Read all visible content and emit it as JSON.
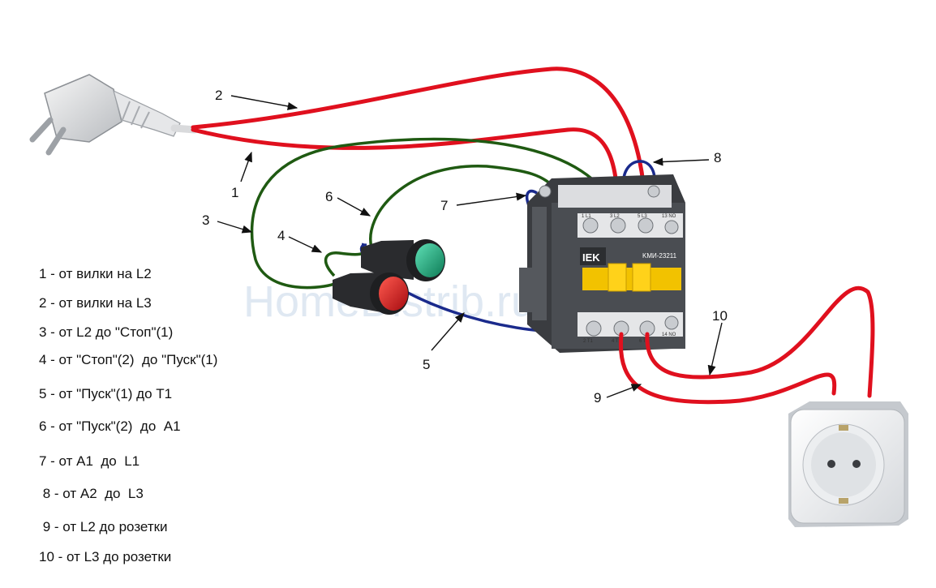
{
  "watermark": "HomeDistrib.ru",
  "contactor": {
    "brand": "IEK",
    "model": "KMИ-23211",
    "terminal_labels": [
      "1 L1",
      "3 L2",
      "5 L3",
      "13 NO",
      "2 T1",
      "4 T2",
      "6 T3",
      "14 NO"
    ]
  },
  "wire_numbers": [
    "1",
    "2",
    "3",
    "4",
    "5",
    "6",
    "7",
    "8",
    "9",
    "10"
  ],
  "legend": [
    "1 - от вилки на L2",
    "2 - от вилки на L3",
    "3 - от L2 до \"Стоп\"(1)",
    "4 - от \"Стоп\"(2)  до \"Пуск\"(1)",
    "5 - от \"Пуск\"(1) до T1",
    "6 - от \"Пуск\"(2)  до  A1",
    "7 - от A1  до  L1",
    " 8 - от A2  до  L3",
    " 9 - от L2 до розетки",
    "10 - от L3 до розетки"
  ],
  "colors": {
    "wire_phase": "#e0101e",
    "wire_control_green": "#1f5a12",
    "wire_control_blue": "#1a2a8c",
    "contactor_body": "#4a4d52",
    "contactor_accent": "#f2c200",
    "button_start": "#1aa37a",
    "button_stop": "#d7141d"
  }
}
